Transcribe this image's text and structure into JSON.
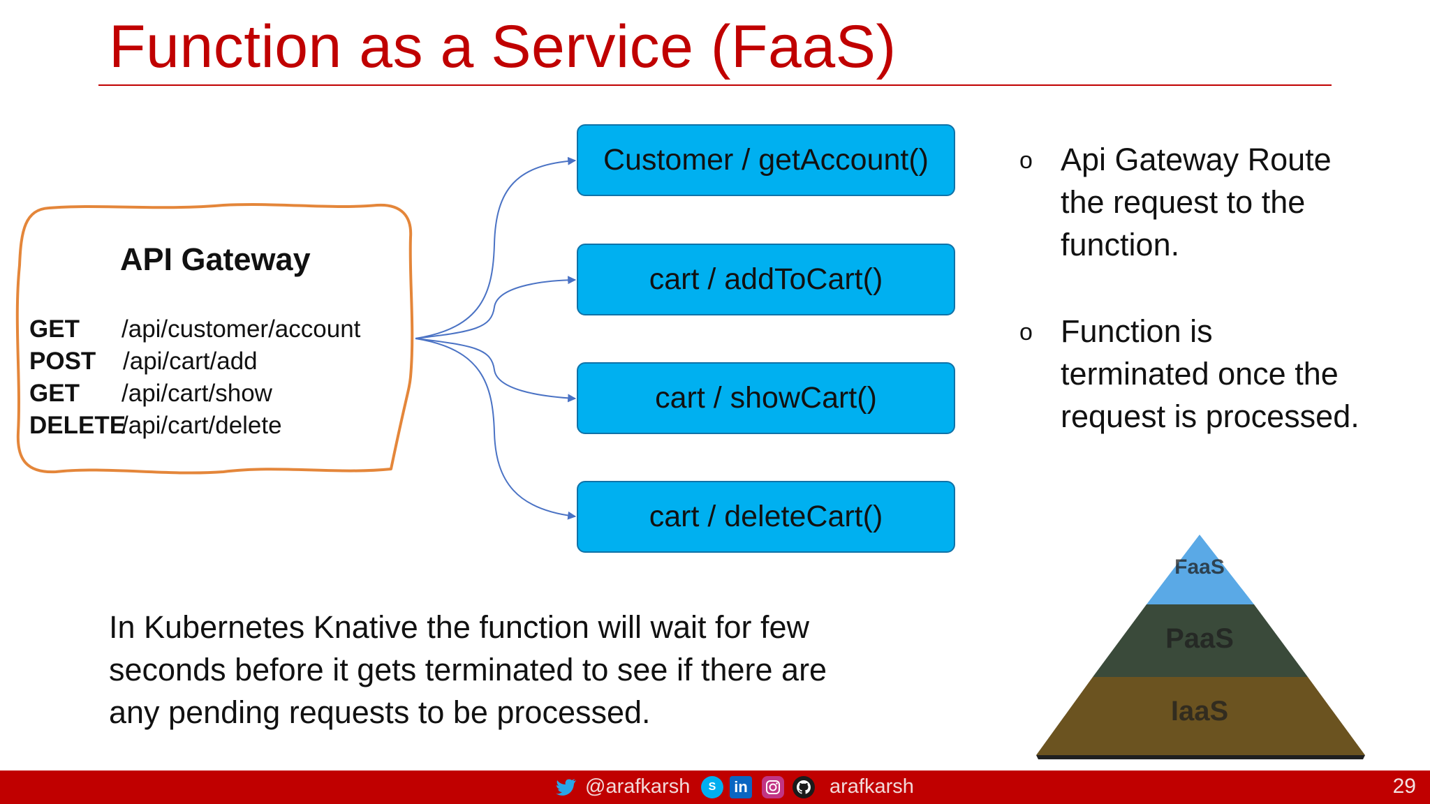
{
  "slide": {
    "title": "Function as a Service (FaaS)",
    "page_number": "29"
  },
  "gateway": {
    "title": "API Gateway",
    "routes": [
      {
        "method": "GET",
        "path": "/api/customer/account"
      },
      {
        "method": "POST",
        "path": "/api/cart/add"
      },
      {
        "method": "GET",
        "path": "/api/cart/show"
      },
      {
        "method": "DELETE",
        "path": "/api/cart/delete"
      }
    ]
  },
  "functions": [
    {
      "label": "Customer / getAccount()"
    },
    {
      "label": "cart / addToCart()"
    },
    {
      "label": "cart / showCart()"
    },
    {
      "label": "cart / deleteCart()"
    }
  ],
  "bullets": [
    {
      "mark": "o",
      "lines": [
        "Api Gateway Route",
        "the request to the",
        "function."
      ]
    },
    {
      "mark": "o",
      "lines": [
        "Function is",
        "terminated once the",
        "request is processed."
      ]
    }
  ],
  "note": {
    "lines": [
      "In Kubernetes Knative the function will wait for few",
      "seconds before it gets terminated to see if there are",
      "any pending requests to be processed."
    ]
  },
  "pyramid": {
    "levels": [
      {
        "label": "FaaS",
        "color": "#5aa9e6"
      },
      {
        "label": "PaaS",
        "color": "#3a4a3a"
      },
      {
        "label": "IaaS",
        "color": "#6b5320"
      }
    ]
  },
  "footer": {
    "twitter_handle": "@arafkarsh",
    "social_handle": "arafkarsh",
    "icons": [
      "twitter-icon",
      "skype-icon",
      "linkedin-icon",
      "instagram-icon",
      "github-icon"
    ]
  },
  "colors": {
    "accent": "#c00000",
    "box_fill": "#00b0f0",
    "box_border": "#0f72a8",
    "gateway_border": "#e4863a",
    "connector": "#4a72c4"
  }
}
